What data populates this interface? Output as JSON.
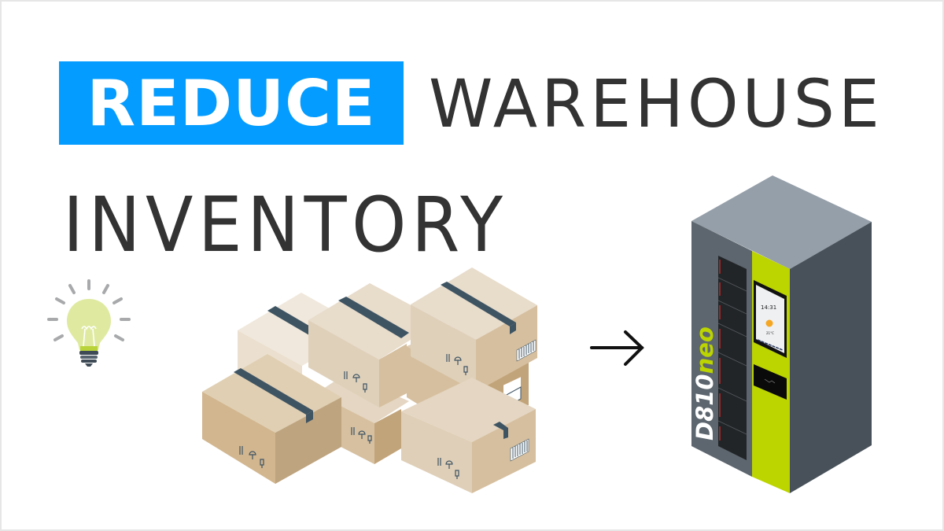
{
  "headline": {
    "highlight_word": "REDUCE",
    "word_2": "WAREHOUSE",
    "word_3": "INVENTORY"
  },
  "colors": {
    "accent_blue": "#049cff",
    "text_dark": "#333333",
    "machine_green": "#bcd400",
    "machine_top": "#959fa9",
    "machine_left": "#5d666e",
    "machine_right": "#485159",
    "cardboard_light": "#e8dccb",
    "cardboard_mid": "#d6bf9f",
    "cardboard_dark": "#c0a27a",
    "tape": "#3e5463",
    "bulb": "#dfeaa0"
  },
  "illustration": {
    "idea_icon": "lightbulb-icon",
    "stock_icon": "stacked-boxes",
    "transition_icon": "arrow-right-icon",
    "machine": {
      "brand_text_part1": "D810",
      "brand_text_part2": "neo",
      "screen_time": "14:31",
      "screen_temp": "21°C"
    }
  }
}
